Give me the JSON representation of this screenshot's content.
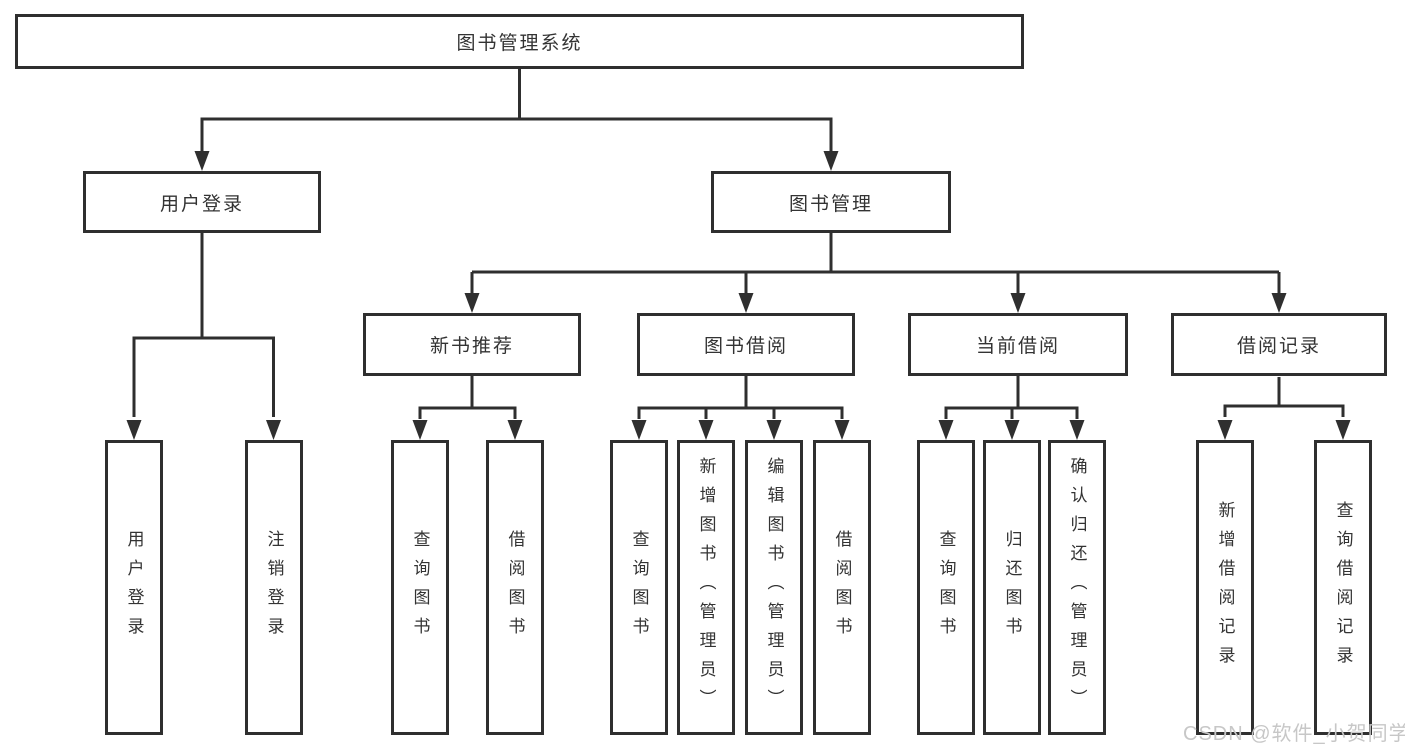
{
  "diagram_title": "图书管理系统",
  "nodes": {
    "root": "图书管理系统",
    "l2": [
      "用户登录",
      "图书管理"
    ],
    "l3": [
      "新书推荐",
      "图书借阅",
      "当前借阅",
      "借阅记录"
    ],
    "l4": [
      "用户登录",
      "注销登录",
      "查询图书",
      "借阅图书",
      "查询图书",
      "新增图书（管理员）",
      "编辑图书（管理员）",
      "借阅图书",
      "查询图书",
      "归还图书",
      "确认归还（管理员）",
      "新增借阅记录",
      "查询借阅记录"
    ]
  },
  "watermark": "CSDN @软件_小贺同学",
  "colors": {
    "line": "#2f2f2f",
    "text": "#333333",
    "watermark": "#c7c7c7",
    "background": "#ffffff"
  }
}
